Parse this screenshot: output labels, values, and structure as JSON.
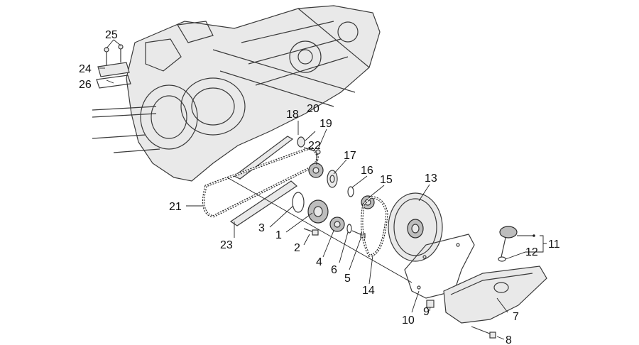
{
  "callouts": [
    {
      "id": "c1",
      "label": "1"
    },
    {
      "id": "c2",
      "label": "2"
    },
    {
      "id": "c3",
      "label": "3"
    },
    {
      "id": "c4",
      "label": "4"
    },
    {
      "id": "c5",
      "label": "5"
    },
    {
      "id": "c6",
      "label": "6"
    },
    {
      "id": "c7",
      "label": "7"
    },
    {
      "id": "c8",
      "label": "8"
    },
    {
      "id": "c9",
      "label": "9"
    },
    {
      "id": "c10",
      "label": "10"
    },
    {
      "id": "c11",
      "label": "11"
    },
    {
      "id": "c12",
      "label": "12"
    },
    {
      "id": "c13",
      "label": "13"
    },
    {
      "id": "c14",
      "label": "14"
    },
    {
      "id": "c15",
      "label": "15"
    },
    {
      "id": "c16",
      "label": "16"
    },
    {
      "id": "c17",
      "label": "17"
    },
    {
      "id": "c18",
      "label": "18"
    },
    {
      "id": "c19",
      "label": "19"
    },
    {
      "id": "c20",
      "label": "20"
    },
    {
      "id": "c21",
      "label": "21"
    },
    {
      "id": "c22",
      "label": "22"
    },
    {
      "id": "c23",
      "label": "23"
    },
    {
      "id": "c24",
      "label": "24"
    },
    {
      "id": "c25",
      "label": "25"
    },
    {
      "id": "c26",
      "label": "26"
    }
  ],
  "colors": {
    "line": "#3a3a3a",
    "text": "#111111",
    "background": "#ffffff"
  }
}
